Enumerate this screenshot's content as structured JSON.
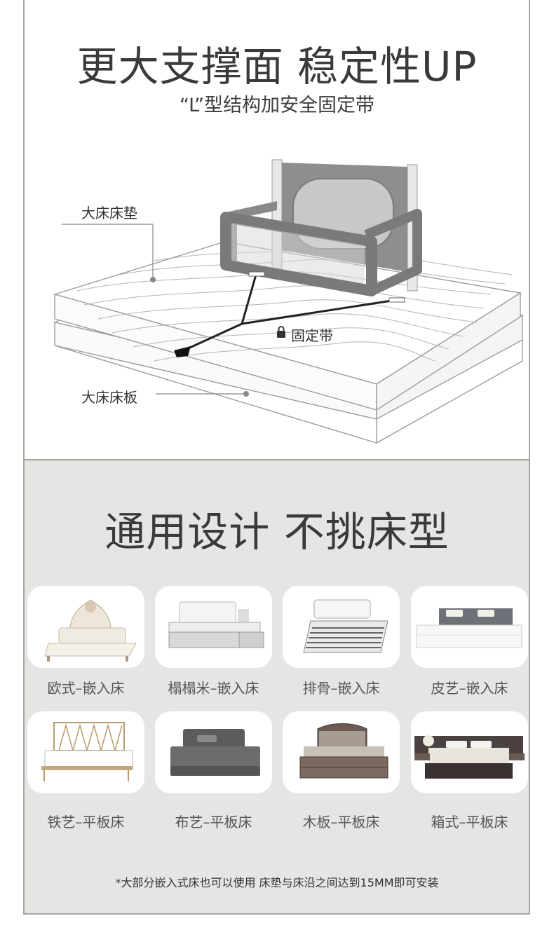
{
  "top": {
    "title": "更大支撑面 稳定性UP",
    "subtitle": "“L”型结构加安全固定带",
    "labels": {
      "mattress": "大床床垫",
      "strap": "固定带",
      "board": "大床床板"
    }
  },
  "bottom": {
    "title": "通用设计 不挑床型",
    "beds": [
      {
        "label": "欧式–嵌入床",
        "icon": "european-bed-icon"
      },
      {
        "label": "榻榻米–嵌入床",
        "icon": "tatami-bed-icon"
      },
      {
        "label": "排骨–嵌入床",
        "icon": "slat-bed-icon"
      },
      {
        "label": "皮艺–嵌入床",
        "icon": "leather-bed-icon"
      },
      {
        "label": "铁艺–平板床",
        "icon": "iron-bed-icon"
      },
      {
        "label": "布艺–平板床",
        "icon": "fabric-bed-icon"
      },
      {
        "label": "木板–平板床",
        "icon": "wood-bed-icon"
      },
      {
        "label": "箱式–平板床",
        "icon": "box-bed-icon"
      }
    ],
    "note": "*大部分嵌入式床也可以使用 床垫与床沿之间达到15MM即可安装"
  },
  "colors": {
    "frame": "#a9a59c",
    "panel_bg": "#e5e5e3",
    "rail_gray": "#8a8a88",
    "text_dark": "#3a3a38"
  }
}
